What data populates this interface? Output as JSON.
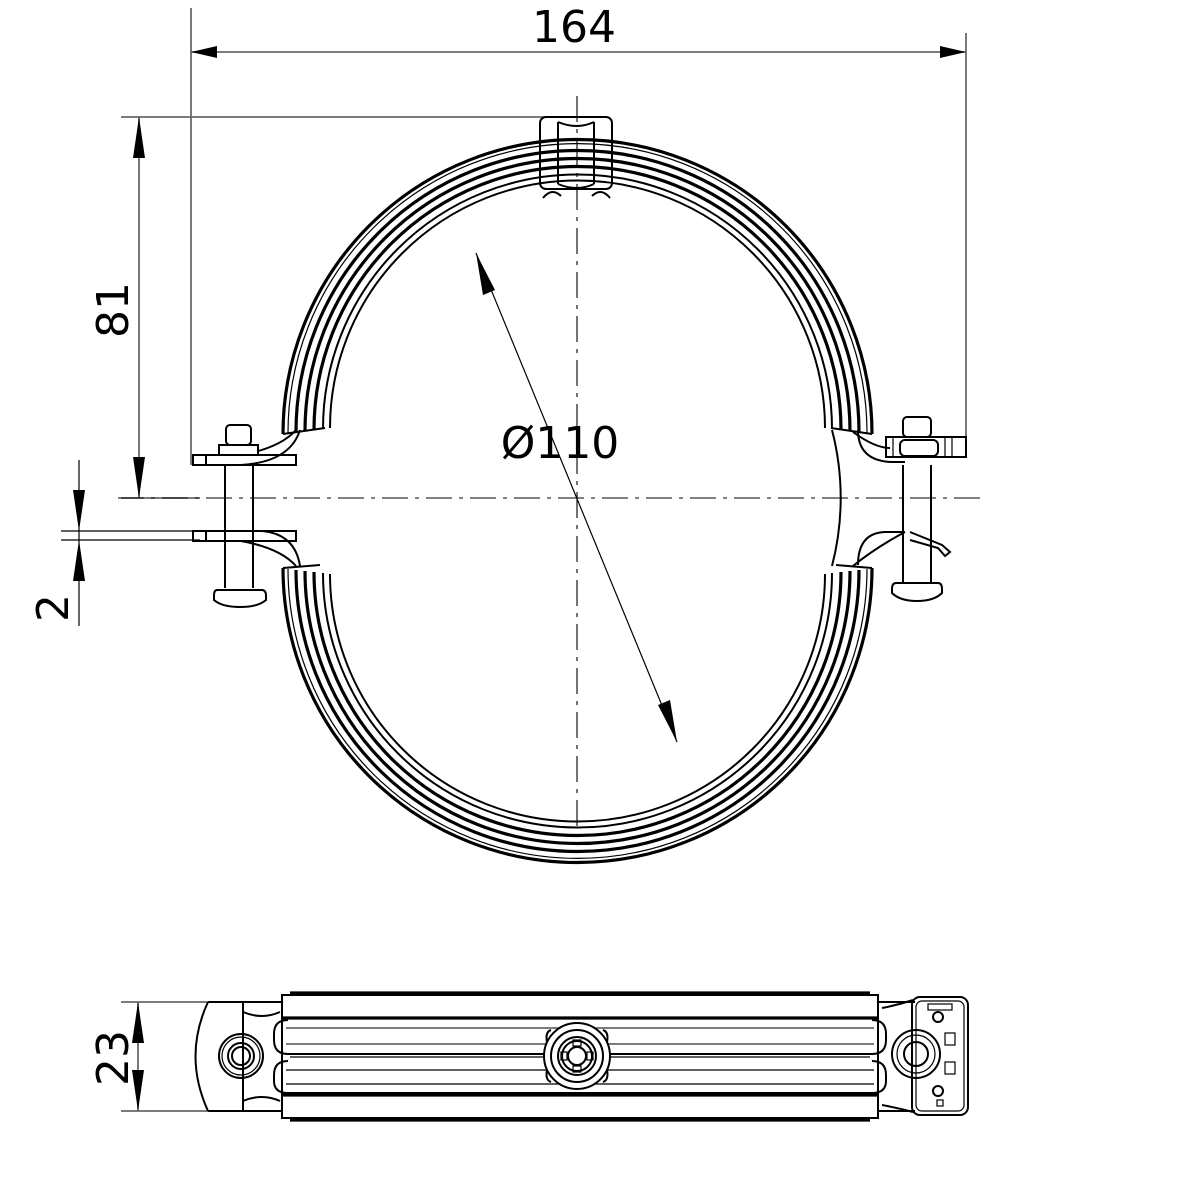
{
  "drawing": {
    "title": "Pipe clamp technical drawing",
    "views": [
      "front-view",
      "side-view"
    ],
    "line_color": "#000000",
    "dimension_line_color": "#6a6a6a",
    "background": "#ffffff"
  },
  "dimensions": {
    "overall_width": {
      "label": "164",
      "orientation": "horizontal"
    },
    "height_to_nut": {
      "label": "81",
      "orientation": "vertical"
    },
    "gap": {
      "label": "2",
      "orientation": "vertical"
    },
    "pipe_diameter": {
      "label": "Ø110",
      "symbol": "Ø",
      "value": "110",
      "orientation": "diagonal"
    },
    "band_width": {
      "label": "23",
      "orientation": "vertical"
    }
  },
  "components": {
    "top_nut": "hex-nut",
    "left_bolt": "pan-head-screw",
    "right_bolt": "pan-head-screw-with-quick-lock",
    "band": "rubber-lined-steel-band",
    "side_center_nut": "welded-connection-nut"
  }
}
